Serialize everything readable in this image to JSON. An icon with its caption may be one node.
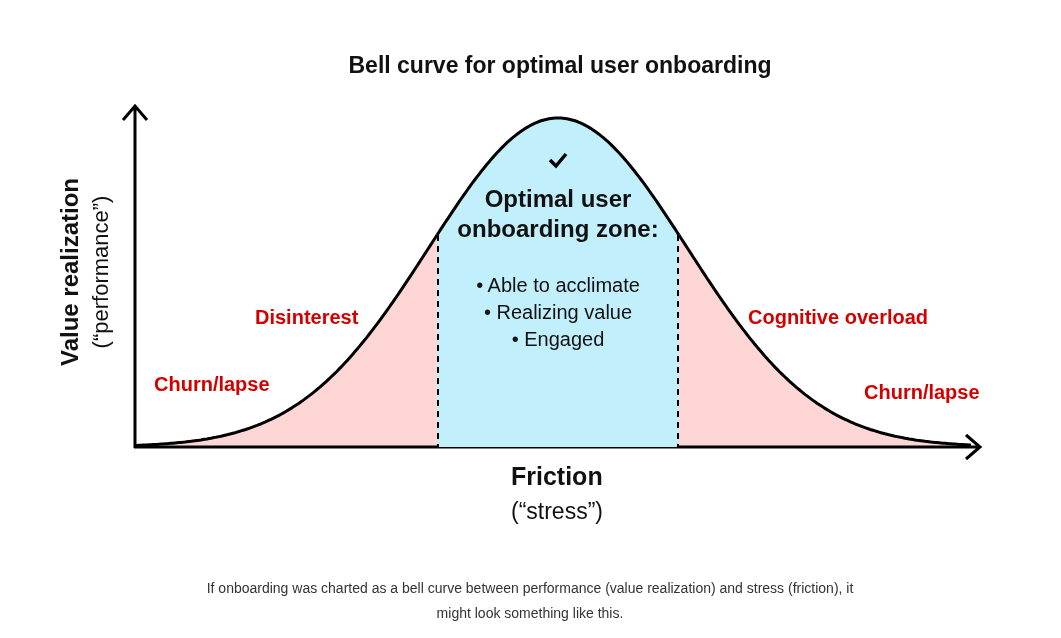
{
  "diagram": {
    "title": "Bell curve for optimal user onboarding",
    "caption": "If onboarding was charted as a bell curve between performance (value realization) and stress (friction), it might look something like this.",
    "nodes": [
      {
        "text": [
          "Optimal user onboarding zone:",
          "• Able to acclimate",
          "• Realizing value",
          "• Engaged"
        ]
      }
    ],
    "edges": [],
    "labels": [
      "Value realization",
      "(“performance”)",
      "Disinterest",
      "Cognitive overload",
      "Churn/lapse",
      "Churn/lapse",
      "Friction",
      "(“stress”)"
    ]
  }
}
